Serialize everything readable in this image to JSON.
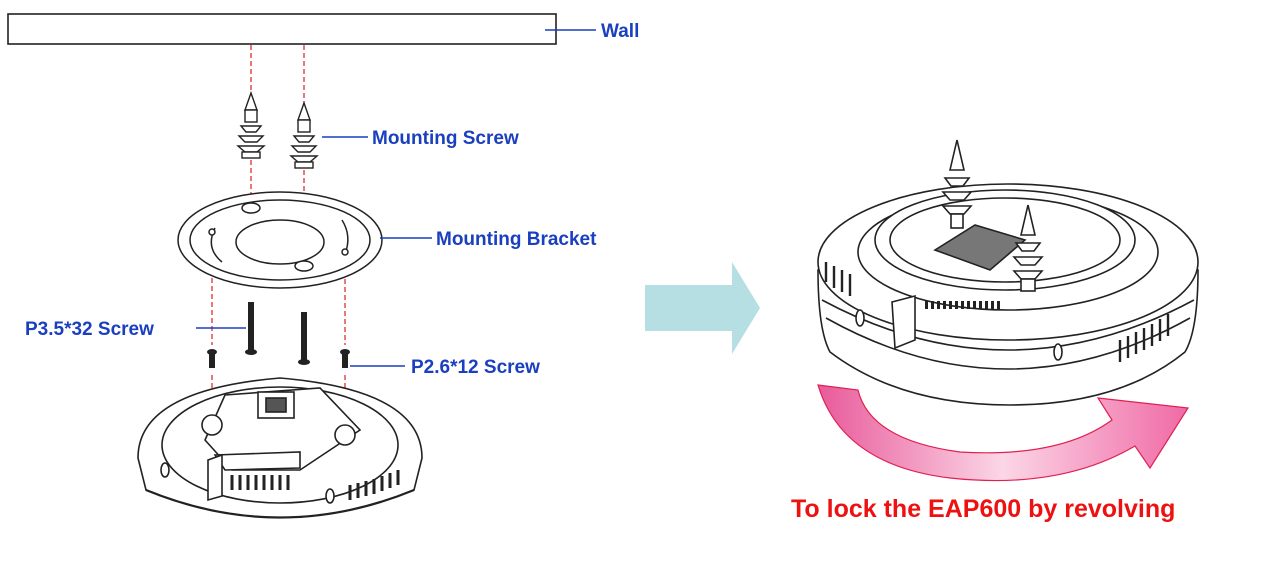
{
  "labels": {
    "wall": "Wall",
    "mounting_screw": "Mounting Screw",
    "mounting_bracket": "Mounting Bracket",
    "screw_p35": "P3.5*32 Screw",
    "screw_p26": "P2.6*12 Screw"
  },
  "caption": "To lock the EAP600 by revolving",
  "colors": {
    "label_text": "#1a3fbf",
    "leader_line": "#1a3fbf",
    "guide_dash": "#e03030",
    "caption_text": "#ee1111",
    "step_arrow": "#b5dfe3",
    "rotate_arrow": "#f080b0"
  }
}
